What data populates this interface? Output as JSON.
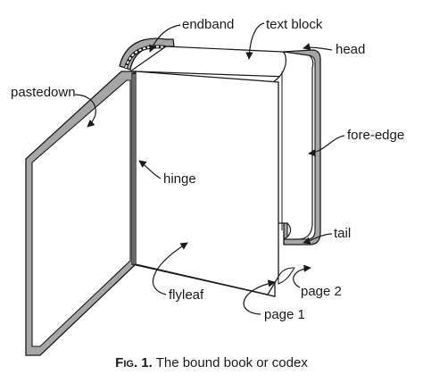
{
  "labels": {
    "endband": "endband",
    "text_block": "text block",
    "head": "head",
    "pastedown": "pastedown",
    "fore_edge": "fore-edge",
    "hinge": "hinge",
    "tail": "tail",
    "page_2": "page 2",
    "flyleaf": "flyleaf",
    "page_1": "page 1"
  },
  "caption": {
    "fig_label": "Fig. 1.",
    "text": "The bound book or codex"
  },
  "colors": {
    "stroke": "#1a1a1a",
    "cover_fill": "#a6a6a6",
    "paper": "#ffffff"
  }
}
